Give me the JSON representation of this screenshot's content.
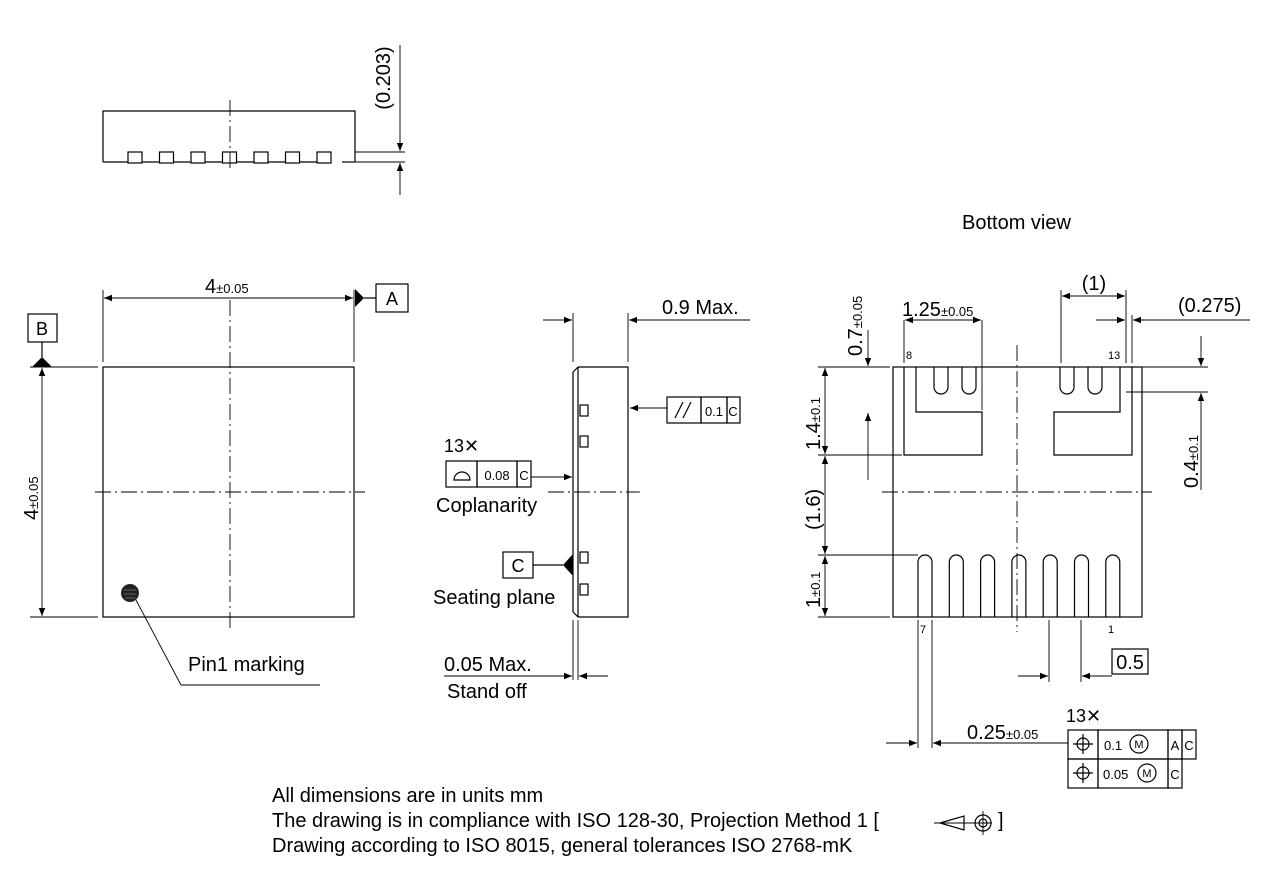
{
  "views": {
    "bottom_view_title": "Bottom view"
  },
  "datums": {
    "a": "A",
    "b": "B",
    "c": "C"
  },
  "side_top": {
    "height_dim": "(0.203)"
  },
  "top_view": {
    "width_dim": "4",
    "width_tol": "±0.05",
    "height_dim": "4",
    "height_tol": "±0.05",
    "pin1_label": "Pin1 marking"
  },
  "side_view": {
    "max_height": "0.9 Max.",
    "parallelism_value": "0.1",
    "parallelism_symbol": "//",
    "parallelism_datum": "C",
    "count_13": "13✕",
    "coplanarity_value": "0.08",
    "coplanarity_datum": "C",
    "coplanarity_label": "Coplanarity",
    "seating_plane_label": "Seating plane",
    "standoff_value": "0.05 Max.",
    "standoff_label": "Stand off"
  },
  "bottom_view": {
    "dim_07": "0.7",
    "dim_07_tol": "±0.05",
    "dim_125": "1.25",
    "dim_125_tol": "±0.05",
    "dim_1": "(1)",
    "dim_0275": "(0.275)",
    "dim_14": "1.4",
    "dim_14_tol": "±0.1",
    "dim_16": "(1.6)",
    "dim_1b": "1",
    "dim_1b_tol": "±0.1",
    "dim_04": "0.4",
    "dim_04_tol": "±0.1",
    "pin_8": "8",
    "pin_13": "13",
    "pin_7": "7",
    "pin_1": "1",
    "pitch": "0.5",
    "lead_width": "0.25",
    "lead_width_tol": "±0.05",
    "count_13": "13✕",
    "pos_tol_1": "0.1",
    "pos_tol_1_datums": [
      "A",
      "C"
    ],
    "pos_tol_2": "0.05",
    "pos_tol_2_datum": "C",
    "mmc_symbol": "M"
  },
  "notes": {
    "line1": "All dimensions are in units mm",
    "line2": "The drawing is in compliance with ISO 128-30, Projection Method 1 [",
    "line2_end": "]",
    "line3": "Drawing according to ISO 8015, general tolerances ISO 2768-mK"
  }
}
